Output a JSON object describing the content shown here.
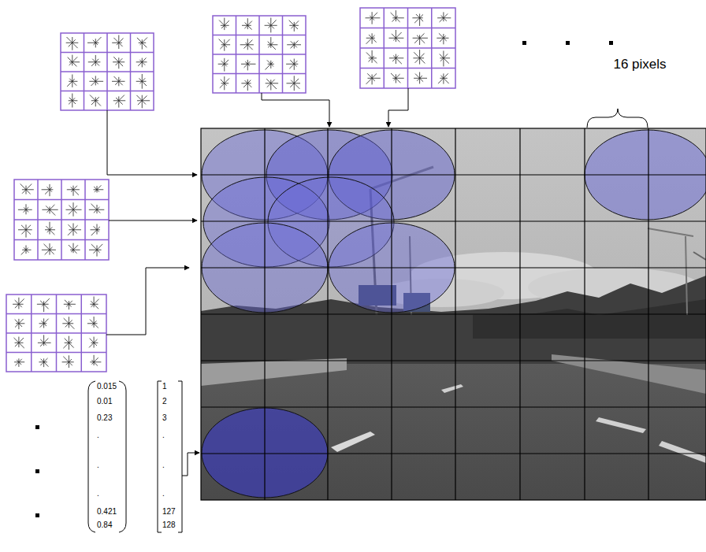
{
  "diagram": {
    "labels": [
      "16 pixels",
      "0.015",
      "0.01",
      "0.23",
      ".",
      ".",
      ".",
      "0.421",
      "0.84",
      "1",
      "2",
      "3",
      ".",
      ".",
      ".",
      "127",
      "128"
    ]
  }
}
